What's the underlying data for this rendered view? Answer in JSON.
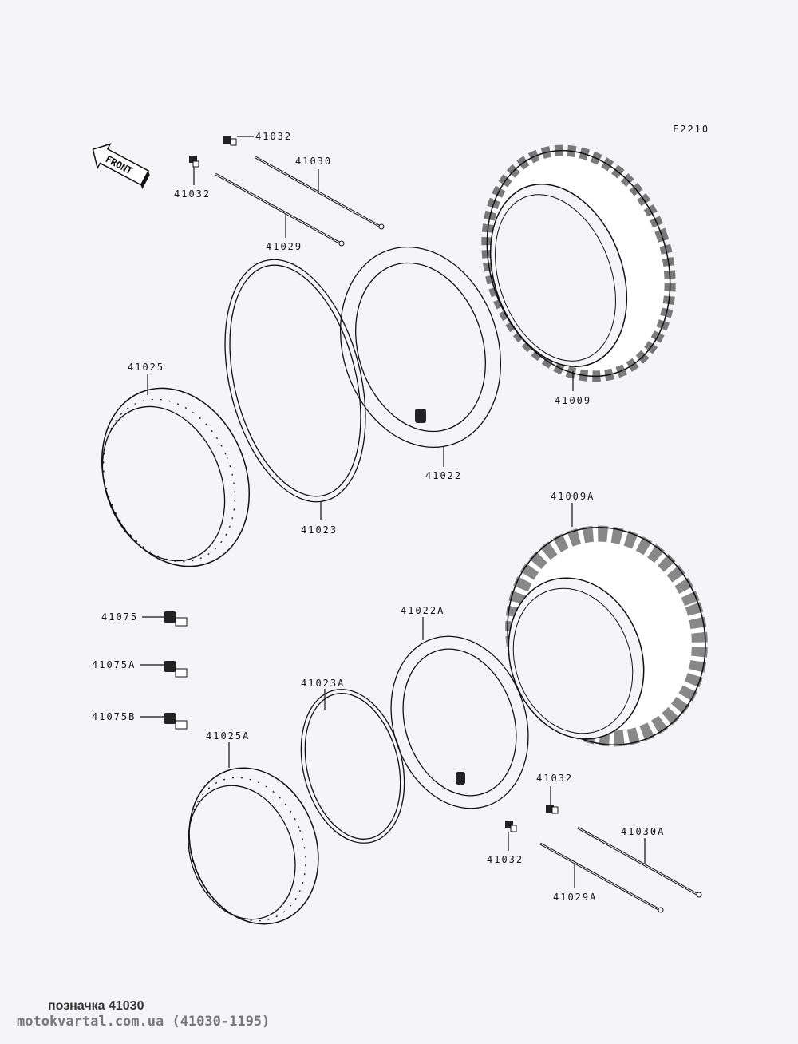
{
  "diagram": {
    "code": "F2210",
    "front_label": "FRONT",
    "parts": {
      "p41032_a": "41032",
      "p41032_b": "41032",
      "p41030": "41030",
      "p41029": "41029",
      "p41009": "41009",
      "p41022": "41022",
      "p41023": "41023",
      "p41025": "41025",
      "p41009A": "41009A",
      "p41022A": "41022A",
      "p41023A": "41023A",
      "p41025A": "41025A",
      "p41075": "41075",
      "p41075A": "41075A",
      "p41075B": "41075B",
      "p41032_c": "41032",
      "p41032_d": "41032",
      "p41030A": "41030A",
      "p41029A": "41029A"
    }
  },
  "footer": {
    "caption": "позначка 41030",
    "source": "motokvartal.com.ua (41030-1195)"
  }
}
